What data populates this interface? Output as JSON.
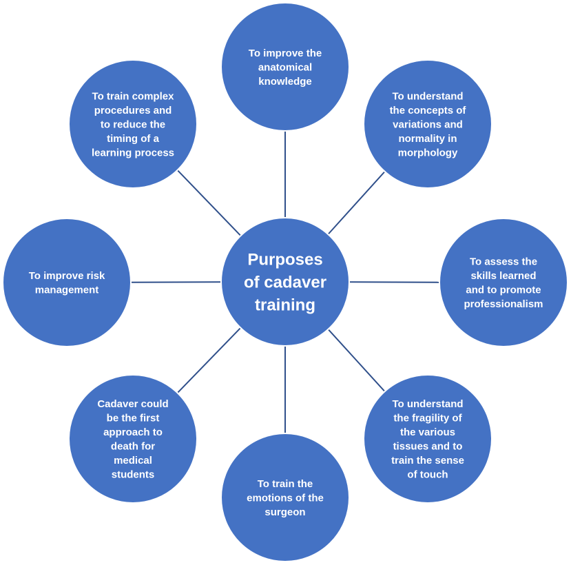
{
  "diagram": {
    "center": {
      "lines": [
        "Purposes",
        "of cadaver",
        "training"
      ]
    },
    "nodes": [
      {
        "id": "improve-anatomical-knowledge",
        "lines": [
          "To improve the",
          "anatomical",
          "knowledge"
        ]
      },
      {
        "id": "variations-normality",
        "lines": [
          "To understand",
          "the concepts of",
          "variations and",
          "normality in",
          "morphology"
        ]
      },
      {
        "id": "assess-skills",
        "lines": [
          "To assess the",
          "skills learned",
          "and to promote",
          "professionalism"
        ]
      },
      {
        "id": "fragility-tissues",
        "lines": [
          "To understand",
          "the fragility of",
          "the various",
          "tissues and to",
          "train the sense",
          "of touch"
        ]
      },
      {
        "id": "emotions-surgeon",
        "lines": [
          "To train the",
          "emotions of the",
          "surgeon"
        ]
      },
      {
        "id": "approach-to-death",
        "lines": [
          "Cadaver could",
          "be the first",
          "approach to",
          "death for",
          "medical",
          "students"
        ]
      },
      {
        "id": "risk-management",
        "lines": [
          "To improve risk",
          "management"
        ]
      },
      {
        "id": "complex-procedures",
        "lines": [
          "To train complex",
          "procedures and",
          "to reduce the",
          "timing of a",
          "learning process"
        ]
      }
    ],
    "colors": {
      "circle_fill": "#4472c4",
      "circle_stroke": "#ffffff",
      "connector": "#2f4f8a",
      "text": "#ffffff"
    }
  }
}
